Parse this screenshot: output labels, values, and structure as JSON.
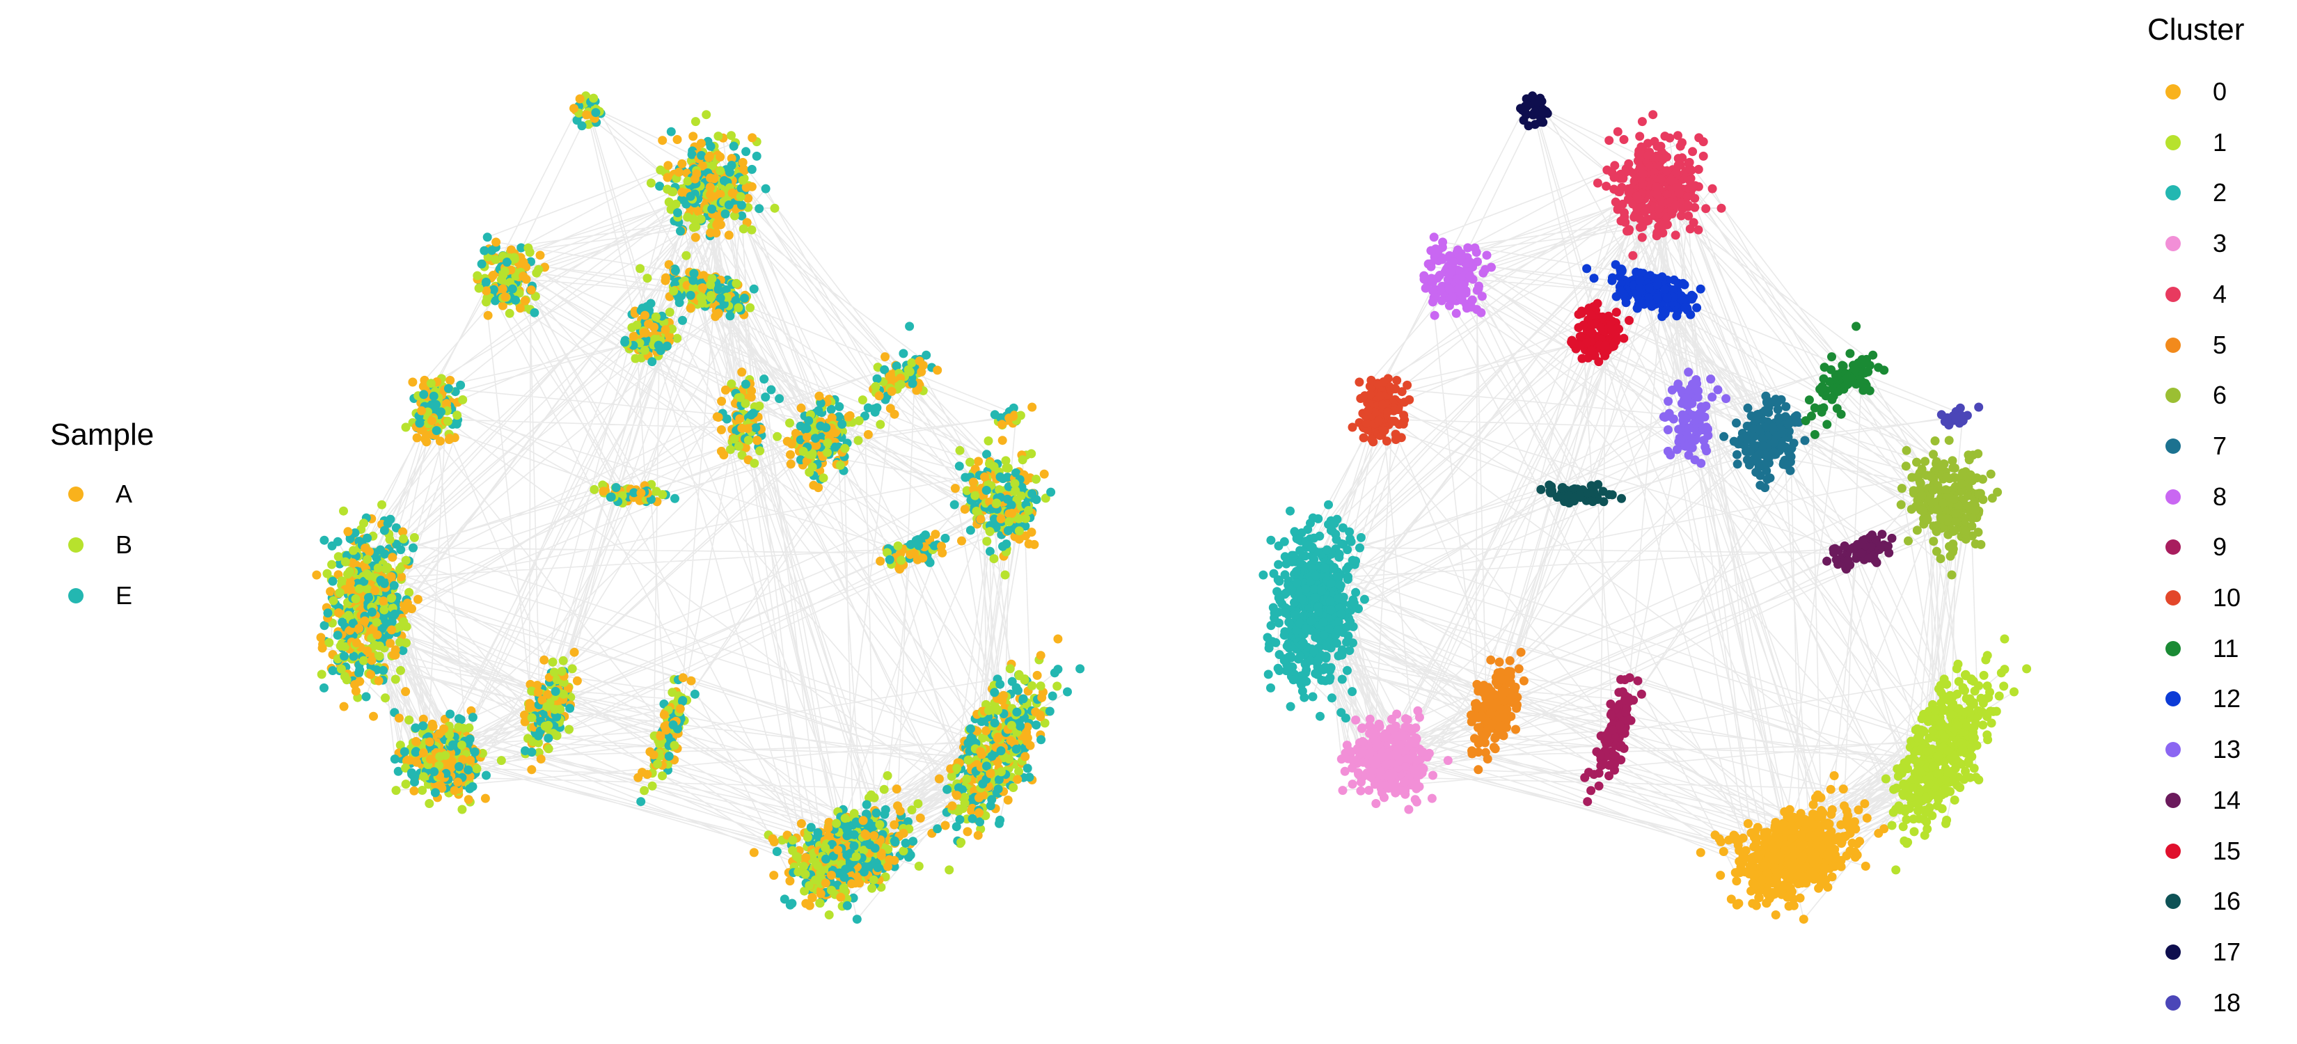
{
  "chart_data": [
    {
      "type": "scatter",
      "subtype": "force-directed graph (nodes colored by sample)",
      "legend_title": "Sample",
      "legend_position": "left",
      "series": [
        {
          "name": "A",
          "color": "#F9B21C"
        },
        {
          "name": "B",
          "color": "#B7E22D"
        },
        {
          "name": "E",
          "color": "#23B7B1"
        }
      ],
      "grid": false,
      "axes": false
    },
    {
      "type": "scatter",
      "subtype": "force-directed graph (nodes colored by cluster)",
      "legend_title": "Cluster",
      "legend_position": "right",
      "series": [
        {
          "name": "0",
          "color": "#F9B21C"
        },
        {
          "name": "1",
          "color": "#B7E22D"
        },
        {
          "name": "2",
          "color": "#23B7B1"
        },
        {
          "name": "3",
          "color": "#F28FD7"
        },
        {
          "name": "4",
          "color": "#E83A5F"
        },
        {
          "name": "5",
          "color": "#F28A1C"
        },
        {
          "name": "6",
          "color": "#9BBF33"
        },
        {
          "name": "7",
          "color": "#1C7290"
        },
        {
          "name": "8",
          "color": "#C967F2"
        },
        {
          "name": "9",
          "color": "#A81D5E"
        },
        {
          "name": "10",
          "color": "#E3472A"
        },
        {
          "name": "11",
          "color": "#1A8A34"
        },
        {
          "name": "12",
          "color": "#0C3BD6"
        },
        {
          "name": "13",
          "color": "#8B66F2"
        },
        {
          "name": "14",
          "color": "#6B1A5C"
        },
        {
          "name": "15",
          "color": "#E0102D"
        },
        {
          "name": "16",
          "color": "#0E5256"
        },
        {
          "name": "17",
          "color": "#0E0E4E"
        },
        {
          "name": "18",
          "color": "#4B46B8"
        }
      ],
      "grid": false,
      "axes": false
    }
  ]
}
